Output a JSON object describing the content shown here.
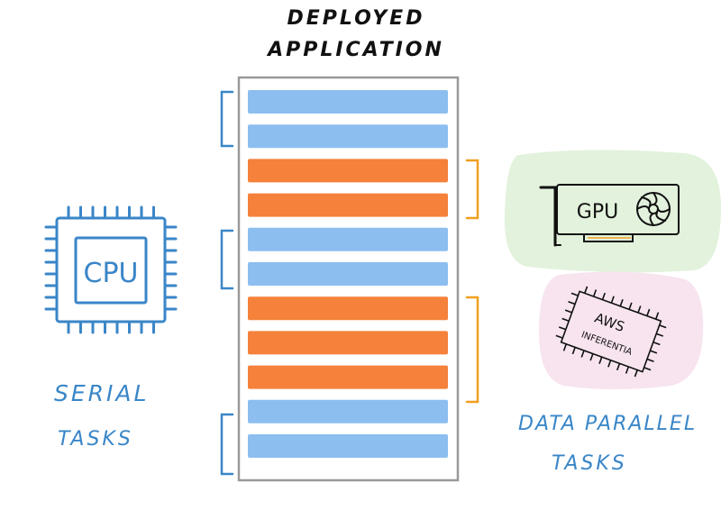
{
  "title": {
    "line1": "DEPLOYED",
    "line2": "APPLICATION"
  },
  "cpu": {
    "label": "CPU"
  },
  "gpu": {
    "label": "GPU"
  },
  "inferentia": {
    "line1": "AWS",
    "line2": "INFERENTIA"
  },
  "serial": {
    "line1": "SERIAL",
    "line2": "TASKS"
  },
  "parallel": {
    "line1": "DATA PARALLEL",
    "line2": "TASKS"
  },
  "colors": {
    "serial_task": "#8cbef0",
    "parallel_task": "#f5813a",
    "serial_bracket": "#3a86c8",
    "parallel_bracket": "#f0a020",
    "gpu_bg": "#e2f2dc",
    "inferentia_bg": "#f7e4ef",
    "cpu_color": "#3a86c8"
  },
  "tasks": [
    "serial",
    "serial",
    "parallel",
    "parallel",
    "serial",
    "serial",
    "parallel",
    "parallel",
    "parallel",
    "serial",
    "serial"
  ]
}
